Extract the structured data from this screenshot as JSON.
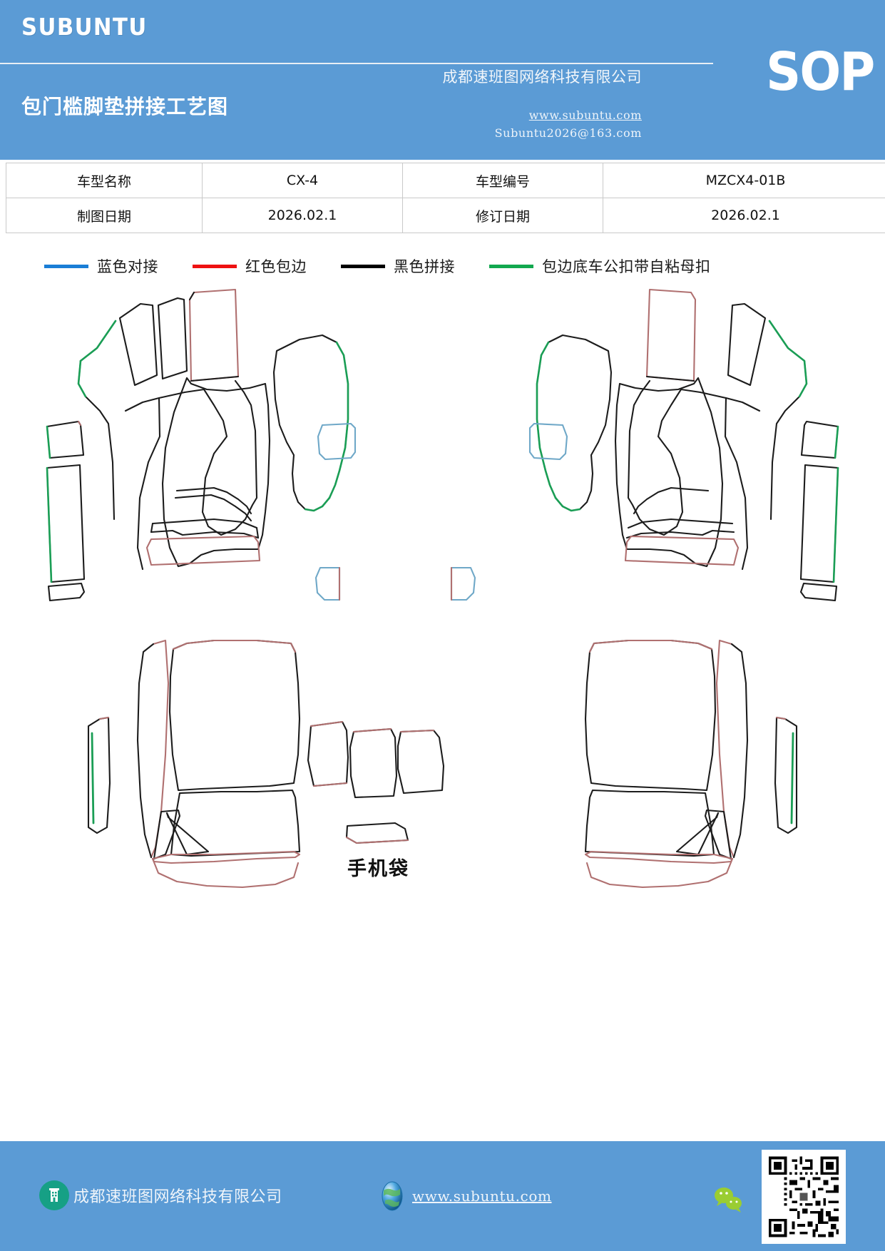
{
  "header": {
    "brand": "SUBUNTU",
    "doc_title": "包门槛脚垫拼接工艺图",
    "company": "成都速班图网络科技有限公司",
    "website": "www.subuntu.com",
    "email": "Subuntu2026@163.com",
    "badge": "SOP",
    "bg_color": "#5b9bd5"
  },
  "info_table": {
    "rows": [
      {
        "label1": "车型名称",
        "value1": "CX-4",
        "label2": "车型编号",
        "value2": "MZCX4-01B"
      },
      {
        "label1": "制图日期",
        "value1": "2026.02.1",
        "label2": "修订日期",
        "value2": "2026.02.1"
      }
    ]
  },
  "legend": {
    "items": [
      {
        "label": "蓝色对接",
        "color": "#1a7ed6"
      },
      {
        "label": "红色包边",
        "color": "#ee1111"
      },
      {
        "label": "黑色拼接",
        "color": "#000000"
      },
      {
        "label": "包边底车公扣带自粘母扣",
        "color": "#12a84f"
      }
    ]
  },
  "diagram": {
    "phone_pocket_label": "手机袋",
    "line_colors": {
      "black_seam": "#1c1c1c",
      "red_binding": "#b07070",
      "green_hook": "#1a9e55",
      "blue_joint": "#6fa8c8"
    }
  },
  "footer": {
    "company": "成都速班图网络科技有限公司",
    "website": "www.subuntu.com",
    "company_icon": "building-icon",
    "globe_icon": "globe-icon",
    "wechat_icon": "wechat-icon",
    "qr_icon": "qr-code"
  }
}
